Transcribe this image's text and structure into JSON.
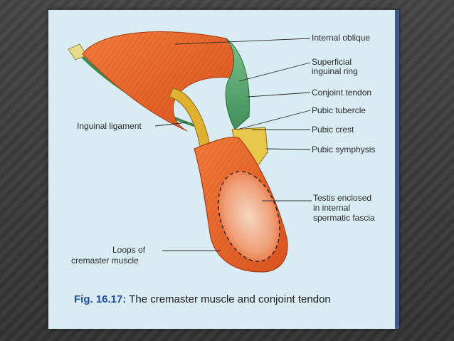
{
  "labels": {
    "internal_oblique": "Internal oblique",
    "superficial_ring_1": "Superficial",
    "superficial_ring_2": "inguinal ring",
    "conjoint_tendon": "Conjoint tendon",
    "pubic_tubercle": "Pubic tubercle",
    "pubic_crest": "Pubic crest",
    "pubic_symphysis": "Pubic symphysis",
    "testis_1": "Testis enclosed",
    "testis_2": "in internal",
    "testis_3": "spermatic fascia",
    "inguinal_ligament": "Inguinal ligament",
    "loops_1": "Loops of",
    "loops_2": "cremaster muscle"
  },
  "caption": {
    "figure": "Fig. 16.17:",
    "text": "The cremaster muscle and conjoint tendon"
  },
  "colors": {
    "muscle": "#e8642a",
    "muscle_dark": "#c94a1c",
    "tendon_green": "#5fa86a",
    "cord_yellow": "#e0b030",
    "pubis_yellow": "#e8c84a",
    "background": "#d9ecf4"
  }
}
